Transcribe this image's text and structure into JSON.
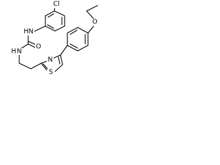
{
  "molecule": {
    "atoms": {
      "chlorine": "Cl",
      "nh_upper": "H",
      "n_upper": "N",
      "oxygen_carbonyl": "O",
      "nh_lower": "H",
      "n_lower": "N",
      "oxygen_ether": "O",
      "n_ring": "N",
      "sulfur": "S"
    }
  }
}
